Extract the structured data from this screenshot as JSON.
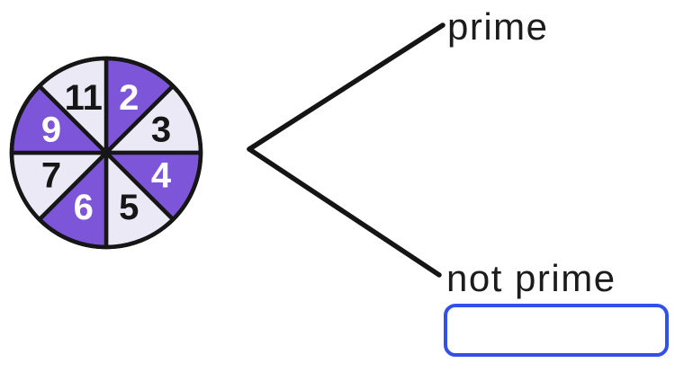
{
  "diagram": {
    "type": "spinner-probability-tree",
    "spinner": {
      "description": "eight equal sectors",
      "sectors": [
        {
          "label": "2",
          "fill": "purple"
        },
        {
          "label": "3",
          "fill": "lavender"
        },
        {
          "label": "4",
          "fill": "purple"
        },
        {
          "label": "5",
          "fill": "lavender"
        },
        {
          "label": "6",
          "fill": "purple"
        },
        {
          "label": "7",
          "fill": "lavender"
        },
        {
          "label": "9",
          "fill": "purple"
        },
        {
          "label": "11",
          "fill": "lavender"
        }
      ]
    },
    "tree": {
      "branches": [
        {
          "label": "prime"
        },
        {
          "label": "not prime"
        }
      ]
    }
  },
  "answer_input": {
    "value": "",
    "placeholder": ""
  },
  "colors": {
    "sector_purple": "#7c55d8",
    "sector_lavender": "#ece9f7",
    "outline": "#161616",
    "branch_line": "#151515",
    "label_text": "#1c1c1c",
    "label_on_purple": "#ffffff",
    "label_on_lavender": "#161616",
    "answer_border": "#3351e8",
    "background": "#ffffff"
  }
}
